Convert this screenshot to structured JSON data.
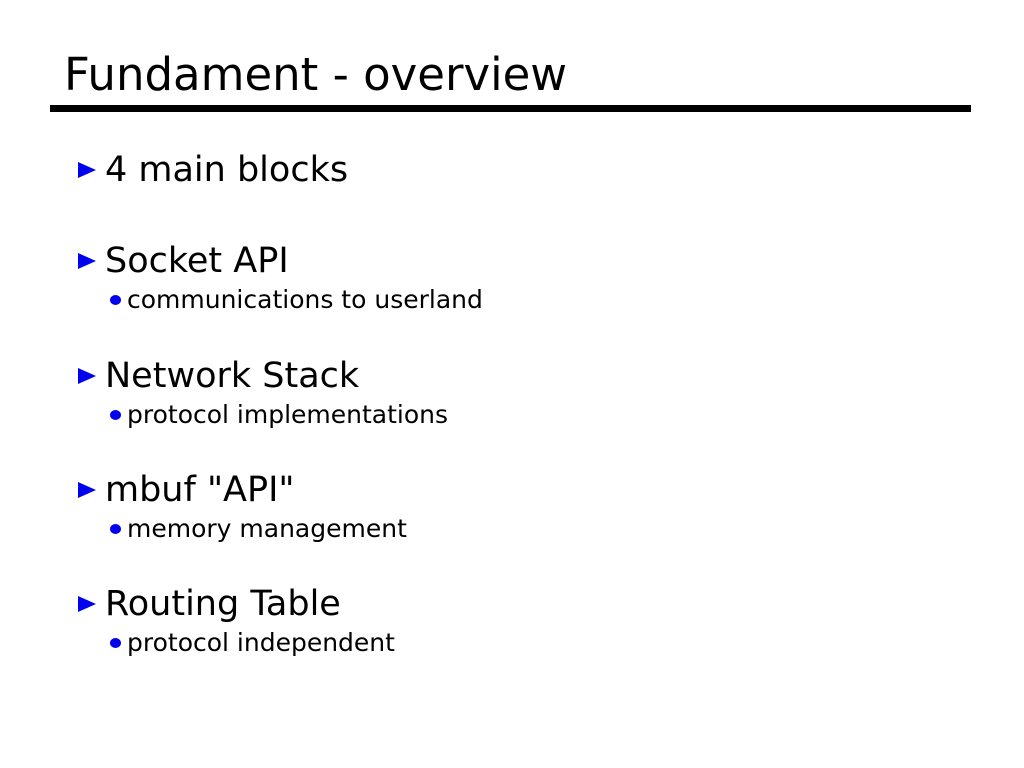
{
  "slide": {
    "title": "Fundament - overview",
    "items": [
      {
        "label": "4 main blocks"
      },
      {
        "label": "Socket API",
        "sub": "communications to userland"
      },
      {
        "label": "Network Stack",
        "sub": "protocol implementations"
      },
      {
        "label": "mbuf \"API\"",
        "sub": "memory management"
      },
      {
        "label": "Routing Table",
        "sub": "protocol independent"
      }
    ],
    "colors": {
      "bullet_blue": "#0000ee",
      "text": "#000000",
      "background": "#ffffff"
    }
  }
}
